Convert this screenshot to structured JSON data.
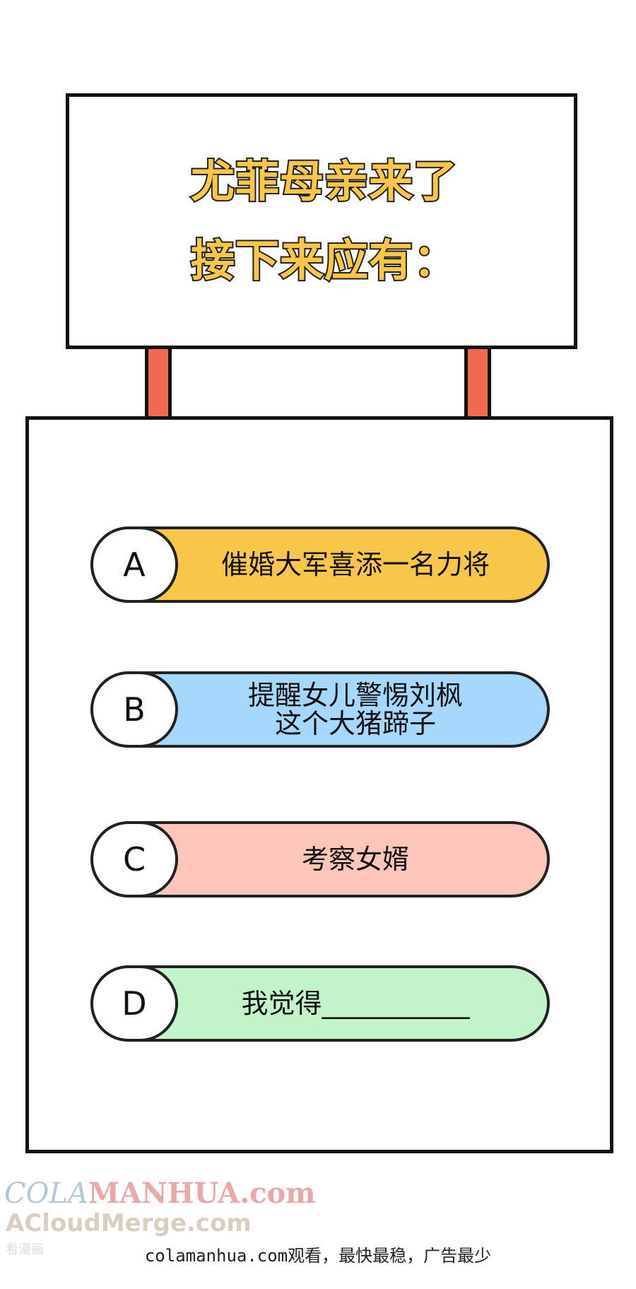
{
  "sign": {
    "line1": "尤菲母亲来了",
    "line2": "接下来应有："
  },
  "options": [
    {
      "letter": "A",
      "text": "催婚大军喜添一名力将",
      "color": "#f8c74a"
    },
    {
      "letter": "B",
      "text": "提醒女儿警惕刘枫\n这个大猪蹄子",
      "color": "#a5d8fc"
    },
    {
      "letter": "C",
      "text": "考察女婿",
      "color": "#fec6ba"
    },
    {
      "letter": "D",
      "text": "我觉得___________",
      "color": "#c3f3c9"
    }
  ],
  "watermark": {
    "line1_prefix": "COLA",
    "line1_rest": "MANHUA.com",
    "line2": "ACloudMerge.com",
    "line3": "看漫画"
  },
  "footer": {
    "text": "colamanhua.com观看，最快最稳，广告最少"
  },
  "colors": {
    "post": "#f06a52",
    "title_fill": "#f8c74a",
    "outline": "#111111"
  }
}
